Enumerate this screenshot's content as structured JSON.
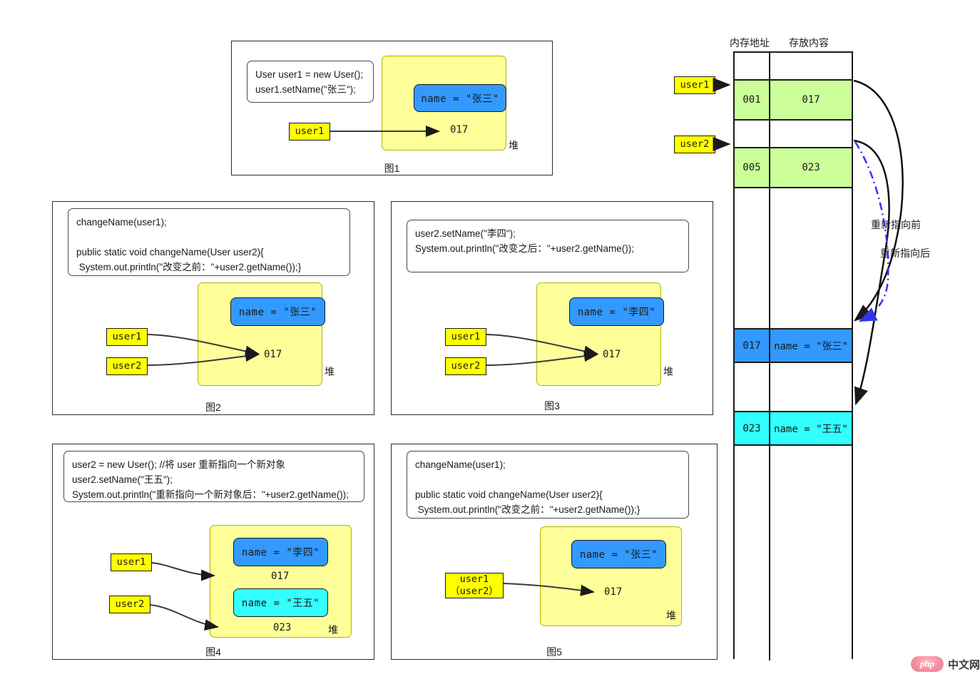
{
  "title": "Java 引用传递内存示意图",
  "panels": [
    {
      "id": "fig1",
      "caption": "图1",
      "code": "User user1 = new User();\nuser1.setName(\"张三\");",
      "vars": [
        {
          "label": "user1",
          "sub": ""
        }
      ],
      "heap_label": "堆",
      "objects": [
        {
          "text": "name  = \"张三\"",
          "color": "blue",
          "addr": "017"
        }
      ]
    },
    {
      "id": "fig2",
      "caption": "图2",
      "code": "changeName(user1);\n\npublic static void changeName(User user2){\n System.out.println(\"改变之前：\"+user2.getName());}",
      "vars": [
        {
          "label": "user1",
          "sub": ""
        },
        {
          "label": "user2",
          "sub": ""
        }
      ],
      "heap_label": "堆",
      "objects": [
        {
          "text": "name  = \"张三\"",
          "color": "blue",
          "addr": "017"
        }
      ]
    },
    {
      "id": "fig3",
      "caption": "图3",
      "code": "user2.setName(\"李四\");\nSystem.out.println(\"改变之后：\"+user2.getName());",
      "vars": [
        {
          "label": "user1",
          "sub": ""
        },
        {
          "label": "user2",
          "sub": ""
        }
      ],
      "heap_label": "堆",
      "objects": [
        {
          "text": "name  = \"李四\"",
          "color": "blue",
          "addr": "017"
        }
      ]
    },
    {
      "id": "fig4",
      "caption": "图4",
      "code": "user2 = new User(); //将 user 重新指向一个新对象\nuser2.setName(\"王五\");\nSystem.out.println(\"重新指向一个新对象后：\"+user2.getName());",
      "vars": [
        {
          "label": "user1",
          "sub": ""
        },
        {
          "label": "user2",
          "sub": ""
        }
      ],
      "heap_label": "堆",
      "objects": [
        {
          "text": "name  = \"李四\"",
          "color": "blue",
          "addr": "017"
        },
        {
          "text": "name  = \"王五\"",
          "color": "cyan",
          "addr": "023"
        }
      ]
    },
    {
      "id": "fig5",
      "caption": "图5",
      "code": "changeName(user1);\n\npublic static void changeName(User user2){\n System.out.println(\"改变之前：\"+user2.getName());}",
      "vars": [
        {
          "label": "user1",
          "sub": "（user2）"
        }
      ],
      "heap_label": "堆",
      "objects": [
        {
          "text": "name  = \"张三\"",
          "color": "blue",
          "addr": "017"
        }
      ]
    }
  ],
  "memory": {
    "header_address": "内存地址",
    "header_content": "存放内容",
    "pointers": [
      {
        "label": "user1",
        "row": 1
      },
      {
        "label": "user2",
        "row": 3
      }
    ],
    "rows": [
      {
        "addr": "",
        "content": "",
        "style": "r-white"
      },
      {
        "addr": "001",
        "content": "017",
        "style": "r-green"
      },
      {
        "addr": "",
        "content": "",
        "style": "r-white"
      },
      {
        "addr": "005",
        "content": "023",
        "style": "r-green"
      },
      {
        "addr": "",
        "content": "",
        "style": "r-white"
      },
      {
        "addr": "017",
        "content": "name = \"张三\"",
        "style": "r-blue"
      },
      {
        "addr": "",
        "content": "",
        "style": "r-white"
      },
      {
        "addr": "023",
        "content": "name = \"王五\"",
        "style": "r-cyan"
      },
      {
        "addr": "",
        "content": "",
        "style": "r-white"
      }
    ],
    "flow_labels": [
      {
        "text": "重新指向前"
      },
      {
        "text": "重新指向后"
      }
    ]
  },
  "watermark": {
    "logo": "php",
    "text": "中文网"
  },
  "colors": {
    "heap_fill": "#ffff99",
    "object_blue": "#3399ff",
    "object_cyan": "#33ffff",
    "var_yellow": "#ffff00",
    "mem_green": "#ccff99",
    "arrow_black": "#1a1a1a",
    "arrow_blue": "#3333ee"
  }
}
